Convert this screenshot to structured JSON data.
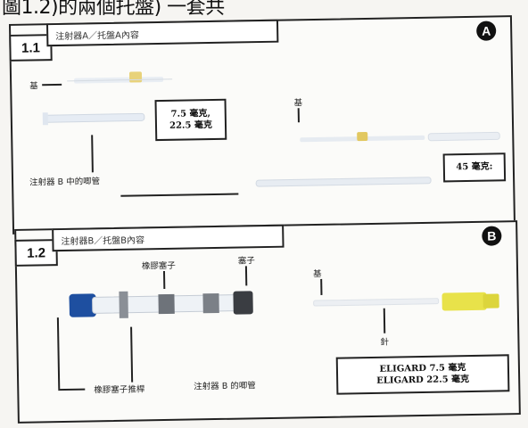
{
  "caption": "圖1.2)的兩個托盤) 一套共",
  "panel_a": {
    "number": "1.1",
    "title": "注射器A／托盤A內容",
    "badge": "A",
    "base_label_1": "基",
    "base_label_2": "基",
    "syringe_b_piston_label": "注射器 B 中的唧管",
    "dose_box": {
      "line1": "7.5 毫克,",
      "line2": "22.5 毫克"
    },
    "dose_45": "45 毫克:"
  },
  "panel_b": {
    "number": "1.2",
    "title": "注射器B／托盤B內容",
    "badge": "B",
    "rubber_stopper": "橡膠塞子",
    "stopper": "塞子",
    "base": "基",
    "needle": "針",
    "rubber_stopper_rod": "橡膠塞子推桿",
    "syringe_b_piston": "注射器 B 的唧管",
    "product_box": {
      "line1": "ELIGARD 7.5 毫克",
      "line2": "ELIGARD 22.5 毫克"
    }
  }
}
